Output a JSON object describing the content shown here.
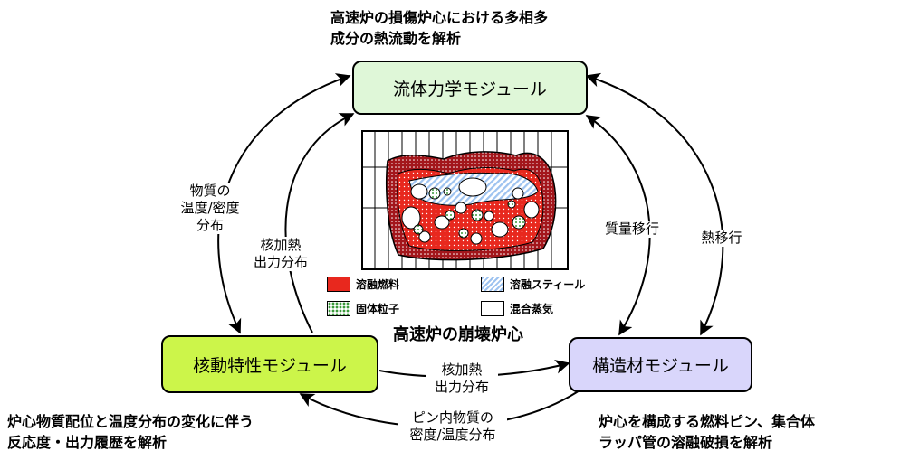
{
  "modules": {
    "fluid": {
      "label": "流体力学モジュール",
      "color": "#dff7d8"
    },
    "kinetics": {
      "label": "核動特性モジュール",
      "color": "#ccf54a"
    },
    "structure": {
      "label": "構造材モジュール",
      "color": "#d9d6fb"
    }
  },
  "descriptions": {
    "fluid": [
      "高速炉の損傷炉心における多相多",
      "成分の熱流動を解析"
    ],
    "kinetics": [
      "炉心物質配位と温度分布の変化に伴う",
      "反応度・出力履歴を解析"
    ],
    "structure": [
      "炉心を構成する燃料ピン、集合体",
      "ラッパ管の溶融破損を解析"
    ]
  },
  "arrow_labels": {
    "material_temp_density": [
      "物質の",
      "温度/密度",
      "分布"
    ],
    "nuclear_heat_left": [
      "核加熱",
      "出力分布"
    ],
    "nuclear_heat_bottom": [
      "核加熱",
      "出力分布"
    ],
    "mass_transfer": "質量移行",
    "heat_transfer": "熱移行",
    "pin_material": [
      "ピン内物質の",
      "密度/温度分布"
    ]
  },
  "core": {
    "caption": "高速炉の崩壊炉心",
    "legend": {
      "molten_fuel": "溶融燃料",
      "molten_steel": "溶融スティール",
      "solid_particles": "固体粒子",
      "mixed_vapor": "混合蒸気"
    }
  },
  "colors": {
    "fuel_red": "#e8281e",
    "steel_blue": "#9ec3f0",
    "particle_green": "#3b9a3b"
  }
}
